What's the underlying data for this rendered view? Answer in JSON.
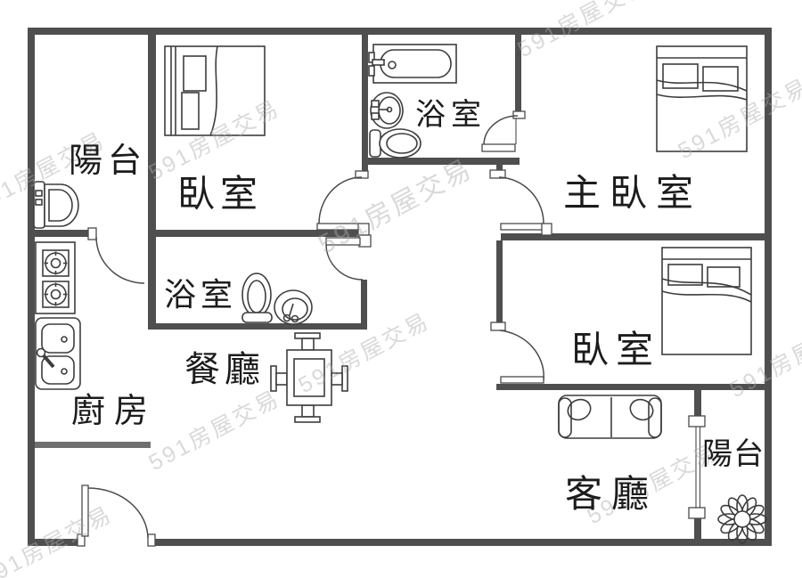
{
  "title": "apartment-floor-plan",
  "rooms": {
    "balcony_left": {
      "label": "陽台"
    },
    "bedroom_top": {
      "label": "臥室"
    },
    "bathroom_top": {
      "label": "浴室"
    },
    "master_bedroom": {
      "label": "主臥室"
    },
    "bathroom_mid": {
      "label": "浴室"
    },
    "dining": {
      "label": "餐廳"
    },
    "kitchen": {
      "label": "廚房"
    },
    "bedroom_right": {
      "label": "臥室"
    },
    "living": {
      "label": "客廳"
    },
    "balcony_right": {
      "label": "陽台"
    }
  },
  "watermark": {
    "text": "591房屋交易"
  },
  "colors": {
    "wall": "#4f4f4f",
    "wall_light": "#6f6f6f",
    "fixture_line": "#3d3d3d",
    "label_text": "#1c1c1c",
    "watermark": "#aaaaaa",
    "background": "#ffffff"
  },
  "icons": [
    "toilet-icon",
    "bathtub-icon",
    "washbasin-icon",
    "stove-icon",
    "kitchen-sink-icon",
    "double-bed-icon",
    "dining-table-icon",
    "sofa-icon",
    "plant-icon",
    "door-swing-icon",
    "window-icon"
  ]
}
